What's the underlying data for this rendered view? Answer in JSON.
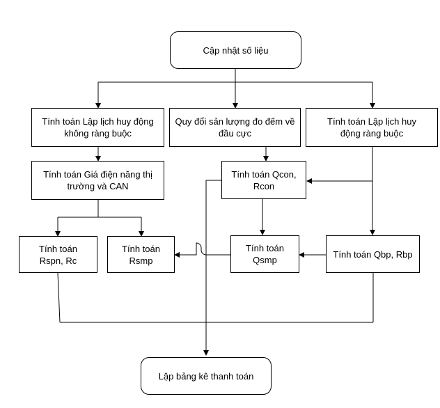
{
  "nodes": {
    "start": "Cập nhật số liệu",
    "unconstrained": "Tính toán Lập lịch huy động không ràng buộc",
    "convert": "Quy đổi sản lượng đo đếm về đầu cực",
    "constrained": "Tính toán Lập lịch huy động ràng buộc",
    "smp_can": "Tính toán Giá điện năng thị trường và CAN",
    "qcon": "Tính toán Qcon, Rcon",
    "rspn": "Tính toán Rspn, Rc",
    "rsmp": "Tính toán Rsmp",
    "qsmp": "Tính toán Qsmp",
    "qbp": "Tính toán Qbp, Rbp",
    "end": "Lập bảng kê thanh toán"
  }
}
